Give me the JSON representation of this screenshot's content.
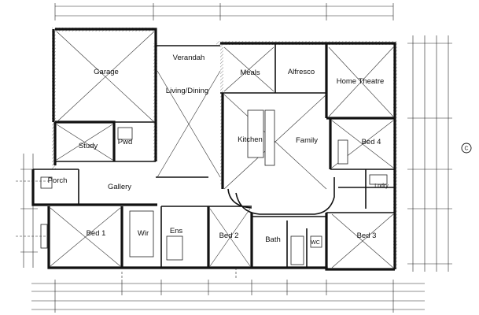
{
  "rooms": {
    "garage": "Garage",
    "verandah": "Verandah",
    "meals": "Meals",
    "alfresco": "Alfresco",
    "home_theatre": "Home Theatre",
    "living_dining": "Living/Dining",
    "kitchen": "Kitchen",
    "family": "Family",
    "study": "Study",
    "pwd": "Pwd",
    "bed4": "Bed 4",
    "porch": "Porch",
    "gallery": "Gallery",
    "bed1": "Bed 1",
    "wir": "Wir",
    "ens": "Ens",
    "bed2": "Bed 2",
    "bath": "Bath",
    "wc": "WC",
    "bed3": "Bed 3",
    "lndry": "Lndry"
  },
  "markers": {
    "grid_c": "C"
  }
}
